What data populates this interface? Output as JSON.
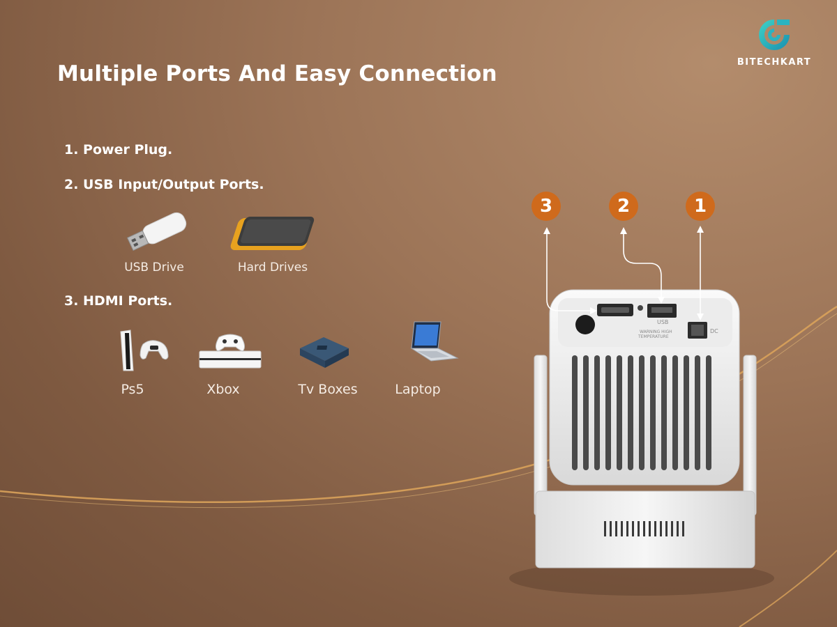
{
  "title": "Multiple Ports And Easy Connection",
  "brand": {
    "name": "BITECHKART",
    "logo_icon": "logo-icon"
  },
  "features": [
    {
      "label": "1. Power Plug."
    },
    {
      "label": "2. USB Input/Output Ports."
    },
    {
      "label": "3. HDMI Ports."
    }
  ],
  "usb_devices": [
    {
      "label": "USB Drive",
      "icon": "usb-drive-icon"
    },
    {
      "label": "Hard Drives",
      "icon": "hard-drive-icon"
    }
  ],
  "hdmi_devices": [
    {
      "label": "Ps5",
      "icon": "ps5-icon"
    },
    {
      "label": "Xbox",
      "icon": "xbox-icon"
    },
    {
      "label": "Tv Boxes",
      "icon": "tv-box-icon"
    },
    {
      "label": "Laptop",
      "icon": "laptop-icon"
    }
  ],
  "port_badges": [
    "3",
    "2",
    "1"
  ],
  "projector_labels": {
    "usb": "USB",
    "warning_1": "WARNING HIGH",
    "warning_2": "TEMPERATURE",
    "dc": "DC"
  },
  "colors": {
    "badge": "#cf6a1c",
    "accent_line": "#d9a25a",
    "text": "#ffffff"
  }
}
